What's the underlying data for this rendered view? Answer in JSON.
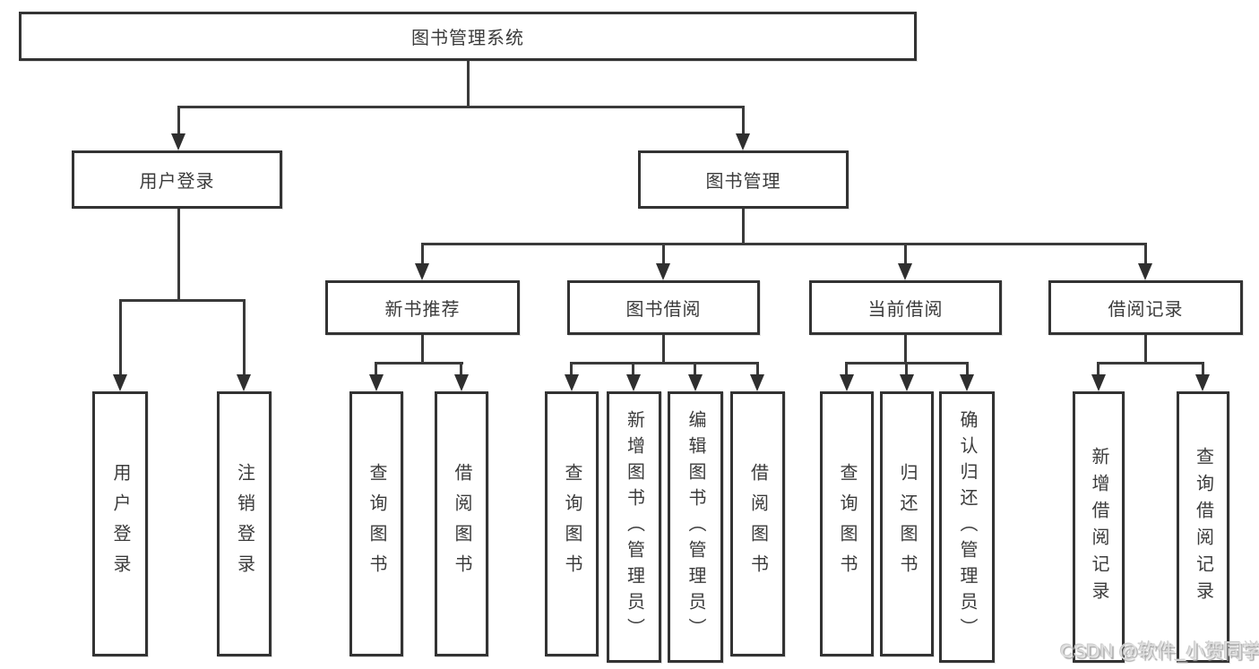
{
  "diagram_title": "图书管理系统",
  "tree": {
    "root": {
      "label": "图书管理系统"
    },
    "branches": [
      {
        "label": "用户登录",
        "children": [
          {
            "label": "用户登录"
          },
          {
            "label": "注销登录"
          }
        ]
      },
      {
        "label": "图书管理",
        "children": [
          {
            "label": "新书推荐",
            "children": [
              {
                "label": "查询图书"
              },
              {
                "label": "借阅图书"
              }
            ]
          },
          {
            "label": "图书借阅",
            "children": [
              {
                "label": "查询图书"
              },
              {
                "label": "新增图书（管理员）"
              },
              {
                "label": "编辑图书（管理员）"
              },
              {
                "label": "借阅图书"
              }
            ]
          },
          {
            "label": "当前借阅",
            "children": [
              {
                "label": "查询图书"
              },
              {
                "label": "归还图书"
              },
              {
                "label": "确认归还（管理员）"
              }
            ]
          },
          {
            "label": "借阅记录",
            "children": [
              {
                "label": "新增借阅记录"
              },
              {
                "label": "查询借阅记录"
              }
            ]
          }
        ]
      }
    ]
  },
  "colors": {
    "node_border": "#333333",
    "line": "#3a3a3a",
    "text": "#3b3b3b",
    "background": "#ffffff",
    "watermark": "#dedede"
  },
  "watermark": {
    "text": "CSDN @软件_小贺同学"
  }
}
